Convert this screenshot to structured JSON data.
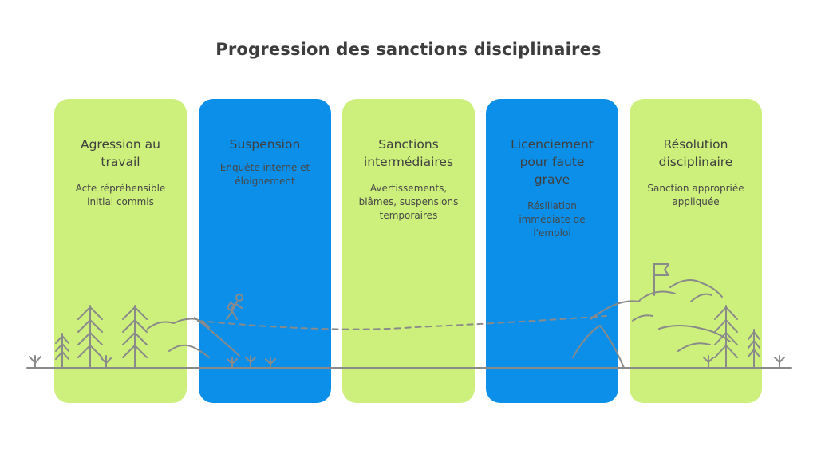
{
  "title": "Progression des sanctions disciplinaires",
  "steps": [
    {
      "title": "Agression au travail",
      "description": "Acte répréhensible initial commis",
      "color": "#cdef7b"
    },
    {
      "title": "Suspension",
      "description": "Enquête interne et éloignement",
      "color": "#0b8fe8"
    },
    {
      "title": "Sanctions intermédiaires",
      "description": "Avertissements, blâmes, suspensions temporaires",
      "color": "#cdef7b"
    },
    {
      "title": "Licenciement pour faute grave",
      "description": "Résiliation immédiate de l'emploi",
      "color": "#0b8fe8"
    },
    {
      "title": "Résolution disciplinaire",
      "description": "Sanction appropriée appliquée",
      "color": "#cdef7b"
    }
  ],
  "icons": [
    "pine-tree-icon",
    "hiker-icon",
    "flag-icon",
    "grass-icon",
    "mountain-icon"
  ]
}
